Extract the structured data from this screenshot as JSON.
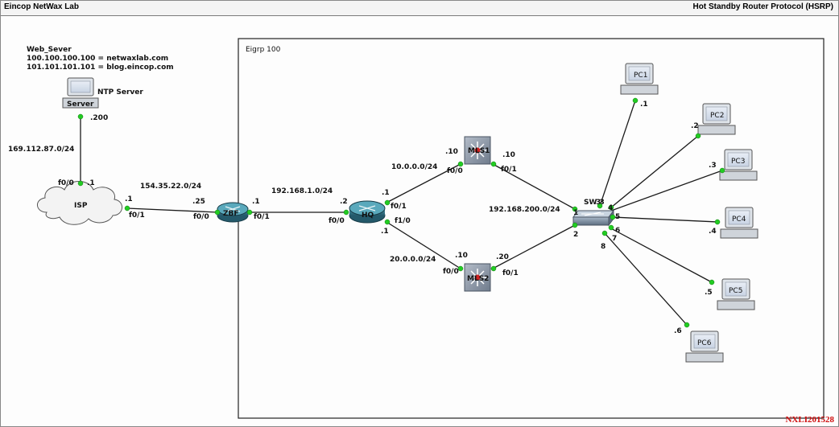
{
  "window": {
    "title_left": "Eincop NetWax Lab",
    "title_right": "Hot Standby Router Protocol (HSRP)"
  },
  "areas": {
    "eigrp_label": "Eigrp 100"
  },
  "web_server": {
    "title": "Web_Sever",
    "line1": "100.100.100.100 = netwaxlab.com",
    "line2": "101.101.101.101 = blog.eincop.com"
  },
  "devices": {
    "server": {
      "label": "Server",
      "caption": "NTP Server",
      "ip": ".200"
    },
    "isp": {
      "label": "ISP"
    },
    "zbf": {
      "label": "ZBF"
    },
    "hq": {
      "label": "HQ"
    },
    "mls1": {
      "label": "MLS1"
    },
    "mls2": {
      "label": "MLS2"
    },
    "sw": {
      "label": "SW 3"
    },
    "pcs": [
      {
        "label": "PC1",
        "ip": ".1"
      },
      {
        "label": "PC2",
        "ip": ".2"
      },
      {
        "label": "PC3",
        "ip": ".3"
      },
      {
        "label": "PC4",
        "ip": ".4"
      },
      {
        "label": "PC5",
        "ip": ".5"
      },
      {
        "label": "PC6",
        "ip": ".6"
      }
    ]
  },
  "subnets": {
    "server_isp": "169.112.87.0/24",
    "isp_zbf": "154.35.22.0/24",
    "zbf_hq": "192.168.1.0/24",
    "hq_mls1": "10.0.0.0/24",
    "hq_mls2": "20.0.0.0/24",
    "lan": "192.168.200.0/24"
  },
  "interfaces": {
    "isp_f00": "f0/0",
    "isp_ip_top": ".1",
    "isp_ip_right": ".1",
    "isp_f01": "f0/1",
    "zbf_ip_left": ".25",
    "zbf_f00": "f0/0",
    "zbf_ip_right": ".1",
    "zbf_f01": "f0/1",
    "hq_ip_left": ".2",
    "hq_f00": "f0/0",
    "hq_ip_up": ".1",
    "hq_f01": "f0/1",
    "hq_f10": "f1/0",
    "hq_ip_down": ".1",
    "mls1_ip_left": ".10",
    "mls1_f00": "f0/0",
    "mls1_ip_right": ".10",
    "mls1_f01": "f0/1",
    "mls2_ip_left": ".10",
    "mls2_f00": "f0/0",
    "mls2_ip_right": ".20",
    "mls2_f01": "f0/1",
    "sw_p1": "1",
    "sw_p2": "2",
    "sw_p3": "3",
    "sw_p4": "4",
    "sw_p5": "5",
    "sw_p6": "6",
    "sw_p7": "7",
    "sw_p8": "8"
  },
  "watermark": "NXLI201528",
  "colors": {
    "link": "#1a1a1a",
    "port_dot": "#22cc22",
    "router_body": "#2f6f80",
    "mls_body": "#8a96a6",
    "cloud_fill": "#f3f3f3",
    "watermark": "#d01010"
  }
}
